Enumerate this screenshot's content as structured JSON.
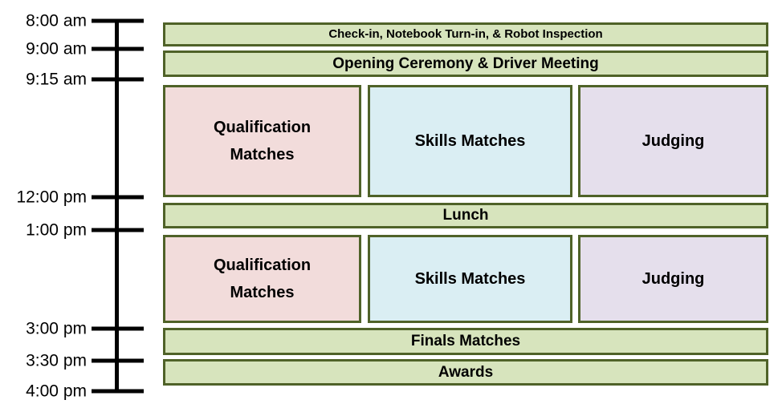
{
  "colors": {
    "background": "#ffffff",
    "axis": "#000000",
    "event_border": "#4f6228",
    "green_fill": "#d7e4bd",
    "pink_fill": "#f2dcdb",
    "blue_fill": "#daeef3",
    "purple_fill": "#e5dfec",
    "text": "#000000"
  },
  "timeline": {
    "times": [
      {
        "label": "8:00 am"
      },
      {
        "label": "9:00 am"
      },
      {
        "label": "9:15 am"
      },
      {
        "label": "12:00 pm"
      },
      {
        "label": "1:00 pm"
      },
      {
        "label": "3:00 pm"
      },
      {
        "label": "3:30 pm"
      },
      {
        "label": "4:00 pm"
      }
    ]
  },
  "events": {
    "checkin": {
      "label": "Check-in, Notebook Turn-in, & Robot Inspection",
      "start": "8:00 am",
      "end": "9:00 am"
    },
    "opening": {
      "label": "Opening Ceremony & Driver Meeting",
      "start": "9:00 am",
      "end": "9:15 am"
    },
    "qual_am": {
      "label": "Qualification Matches",
      "start": "9:15 am",
      "end": "12:00 pm"
    },
    "skills_am": {
      "label": "Skills Matches",
      "start": "9:15 am",
      "end": "12:00 pm"
    },
    "judging_am": {
      "label": "Judging",
      "start": "9:15 am",
      "end": "12:00 pm"
    },
    "lunch": {
      "label": "Lunch",
      "start": "12:00 pm",
      "end": "1:00 pm"
    },
    "qual_pm": {
      "label": "Qualification Matches",
      "start": "1:00 pm",
      "end": "3:00 pm"
    },
    "skills_pm": {
      "label": "Skills Matches",
      "start": "1:00 pm",
      "end": "3:00 pm"
    },
    "judging_pm": {
      "label": "Judging",
      "start": "1:00 pm",
      "end": "3:00 pm"
    },
    "finals": {
      "label": "Finals Matches",
      "start": "3:00 pm",
      "end": "3:30 pm"
    },
    "awards": {
      "label": "Awards",
      "start": "3:30 pm",
      "end": "4:00 pm"
    }
  }
}
